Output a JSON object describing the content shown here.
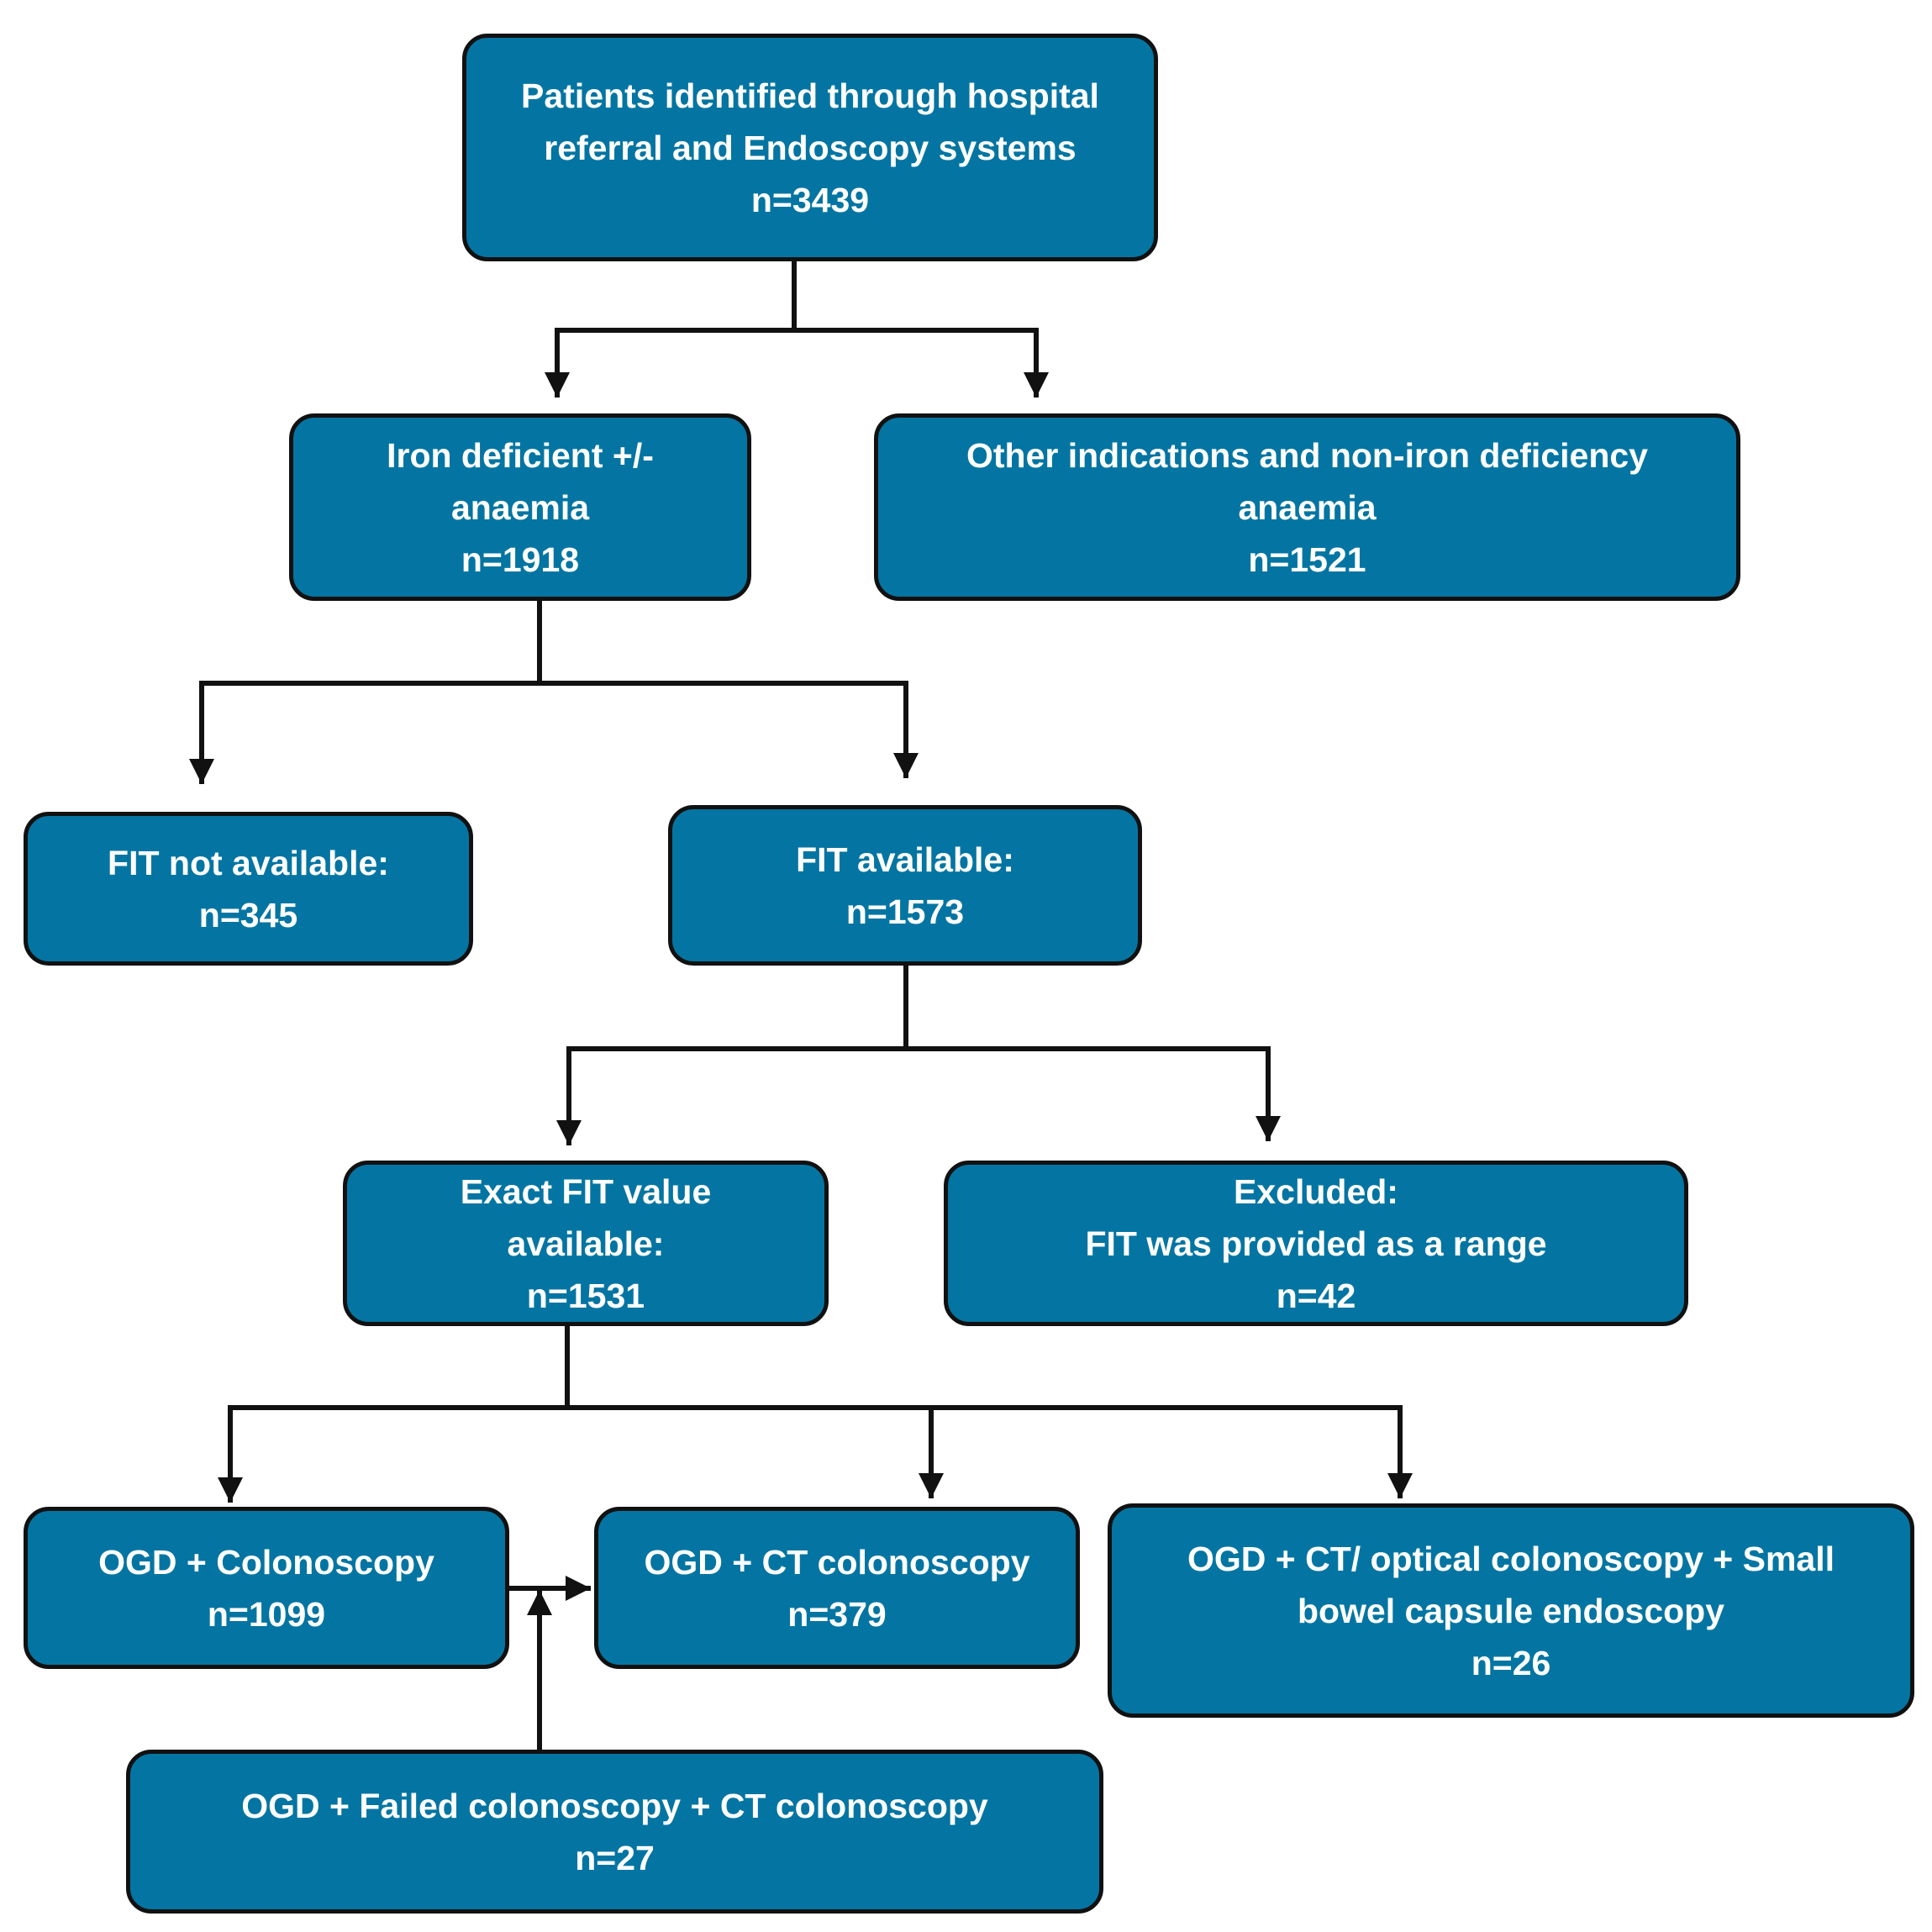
{
  "boxes": {
    "identified": {
      "lines": [
        "Patients identified through hospital",
        "referral and Endoscopy systems"
      ],
      "count": "n=3439"
    },
    "iron_deficient": {
      "lines": [
        "Iron deficient +/-",
        "anaemia"
      ],
      "count": "n=1918"
    },
    "other_indications": {
      "lines": [
        "Other indications and non-iron deficiency",
        "anaemia"
      ],
      "count": "n=1521"
    },
    "fit_not_available": {
      "lines": [
        "FIT not available:"
      ],
      "count": "n=345"
    },
    "fit_available": {
      "lines": [
        "FIT available:"
      ],
      "count": "n=1573"
    },
    "exact_fit": {
      "lines": [
        "Exact FIT value",
        "available:"
      ],
      "count": "n=1531"
    },
    "excluded": {
      "lines": [
        "Excluded:",
        "FIT was provided as a range"
      ],
      "count": "n=42"
    },
    "ogd_colonoscopy": {
      "lines": [
        "OGD + Colonoscopy"
      ],
      "count": "n=1099"
    },
    "ogd_ct_colonoscopy": {
      "lines": [
        "OGD + CT colonoscopy"
      ],
      "count": "n=379"
    },
    "ogd_ct_optical_capsule": {
      "lines": [
        "OGD + CT/ optical colonoscopy + Small",
        "bowel capsule endoscopy"
      ],
      "count": "n=26"
    },
    "ogd_failed_colonoscopy": {
      "lines": [
        "OGD + Failed colonoscopy + CT colonoscopy"
      ],
      "count": "n=27"
    }
  },
  "colors": {
    "box_fill": "#0475a2",
    "box_border": "#111111",
    "connector": "#111111",
    "text": "#ffffff"
  }
}
